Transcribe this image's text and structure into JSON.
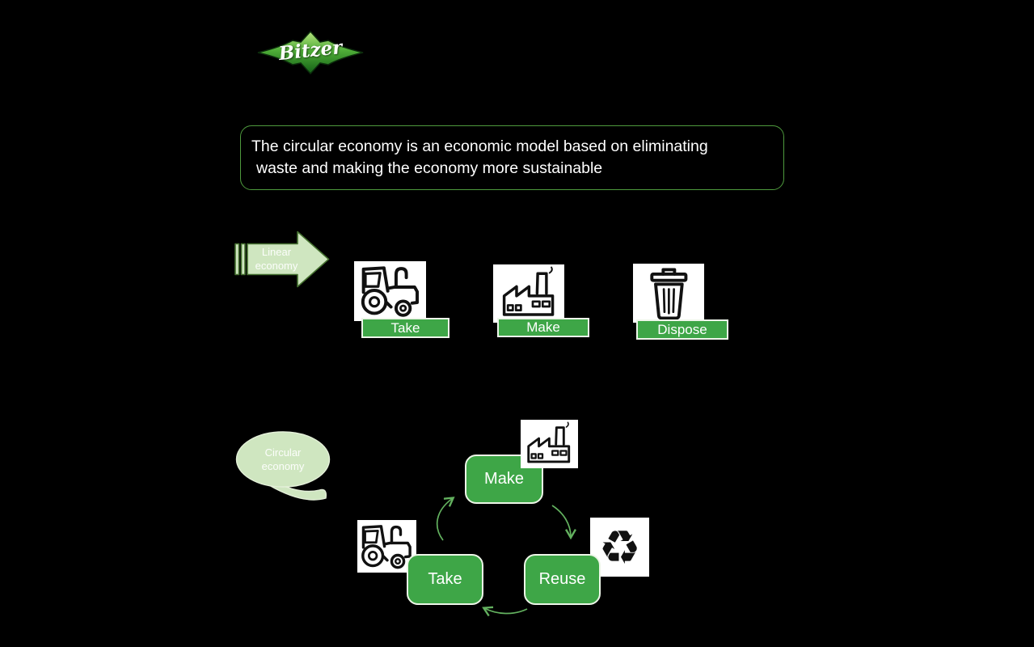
{
  "colors": {
    "background": "#000000",
    "accent_green": "#3ea647",
    "pale_green": "#cfe6c0",
    "border_green": "#4e9a3d",
    "flow_arrow_green": "#63b15f"
  },
  "logo": {
    "text": "Bitzer"
  },
  "intro": {
    "line1": "The circular economy is an economic model based on eliminating",
    "line2": "waste and making the economy more sustainable"
  },
  "linear": {
    "title_line1": "Linear",
    "title_line2": "economy",
    "steps": [
      {
        "label": "Take",
        "icon": "tractor-icon"
      },
      {
        "label": "Make",
        "icon": "factory-icon"
      },
      {
        "label": "Dispose",
        "icon": "trash-icon"
      }
    ]
  },
  "circular": {
    "title_line1": "Circular",
    "title_line2": "economy",
    "recycle_glyph": "♻",
    "steps": [
      {
        "label": "Make",
        "icon": "factory-icon"
      },
      {
        "label": "Reuse",
        "icon": "recycle-icon"
      },
      {
        "label": "Take",
        "icon": "tractor-icon"
      }
    ]
  }
}
